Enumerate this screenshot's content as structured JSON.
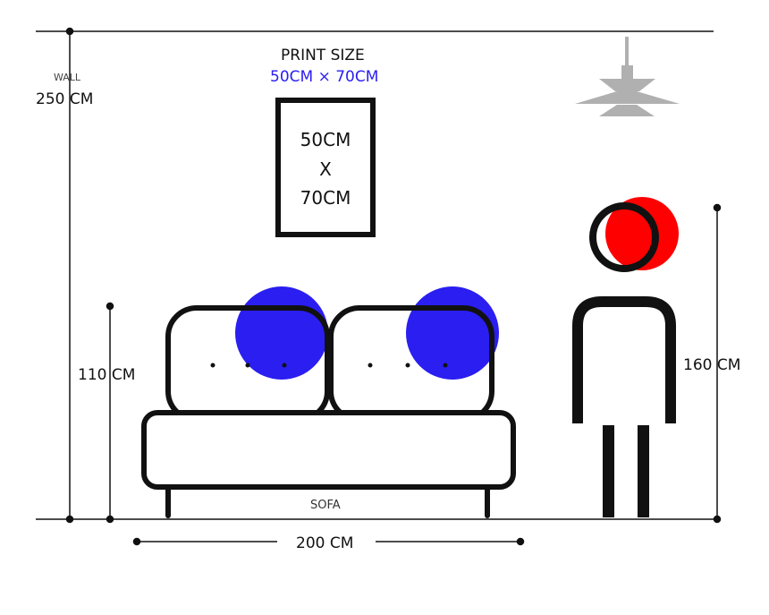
{
  "print": {
    "title": "PRINT SIZE",
    "size": "50CM × 70CM",
    "frame_line1": "50CM",
    "frame_line2": "X",
    "frame_line3": "70CM"
  },
  "wall": {
    "label": "WALL",
    "height": "250 CM"
  },
  "sofa": {
    "label": "SOFA",
    "height": "110 CM",
    "width": "200 CM"
  },
  "person": {
    "height": "160 CM"
  },
  "colors": {
    "accent_blue": "#2a1ef0",
    "accent_red": "#ff0000",
    "lamp": "#b0b0b0"
  }
}
